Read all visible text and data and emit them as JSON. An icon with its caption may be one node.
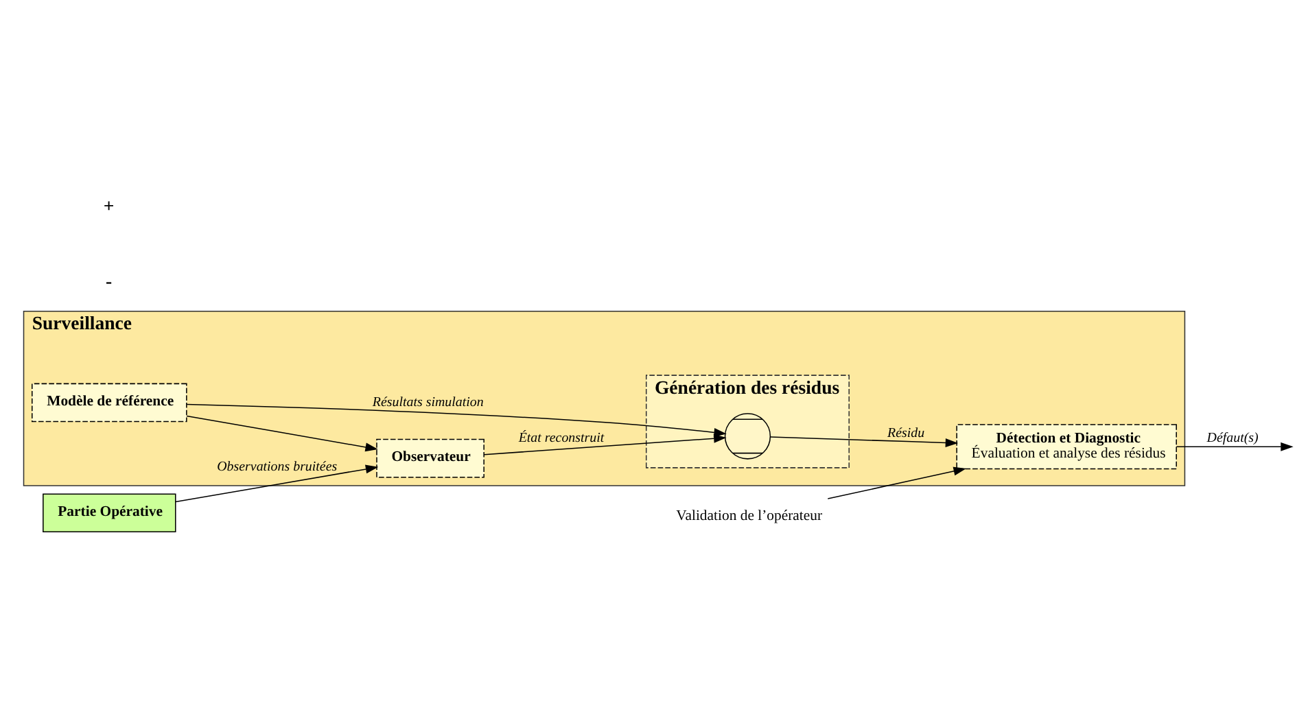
{
  "diagram": {
    "nodes": [
      {
        "text": [
          "Surveillance"
        ]
      },
      {
        "text": [
          "Détection et Diagnostic",
          "Évaluation et analyse des résidus"
        ],
        "in": 0
      },
      {
        "text": [
          "Génération des résidus"
        ],
        "in": 0
      },
      {
        "text": [],
        "shape": "circle",
        "in": 2
      },
      {
        "text": [
          "Modèle de référence"
        ],
        "in": 0
      },
      {
        "text": [
          "Observateur"
        ],
        "in": 0
      },
      {
        "text": [
          "Partie Opérative"
        ]
      },
      {
        "text": [
          "Validation de l’opérateur"
        ]
      }
    ],
    "edges": [
      {
        "from": 7,
        "to": 1,
        "arrow": "to"
      },
      {
        "from": 3,
        "to": 1,
        "arrow": "to",
        "label": "Résidu"
      },
      {
        "from": 4,
        "to": 3,
        "arrow": "to",
        "label": "Résultats simulation"
      },
      {
        "from": 4,
        "to": 5,
        "arrow": "to"
      },
      {
        "from": 5,
        "to": 3,
        "arrow": "to",
        "label": "État reconstruit"
      },
      {
        "from": 6,
        "to": 5,
        "arrow": "to",
        "label": "Observations bruitées"
      },
      {
        "from": 1,
        "to": null,
        "arrow": "to",
        "label": "Défaut(s)"
      }
    ],
    "labels": [
      "-",
      "+"
    ]
  }
}
